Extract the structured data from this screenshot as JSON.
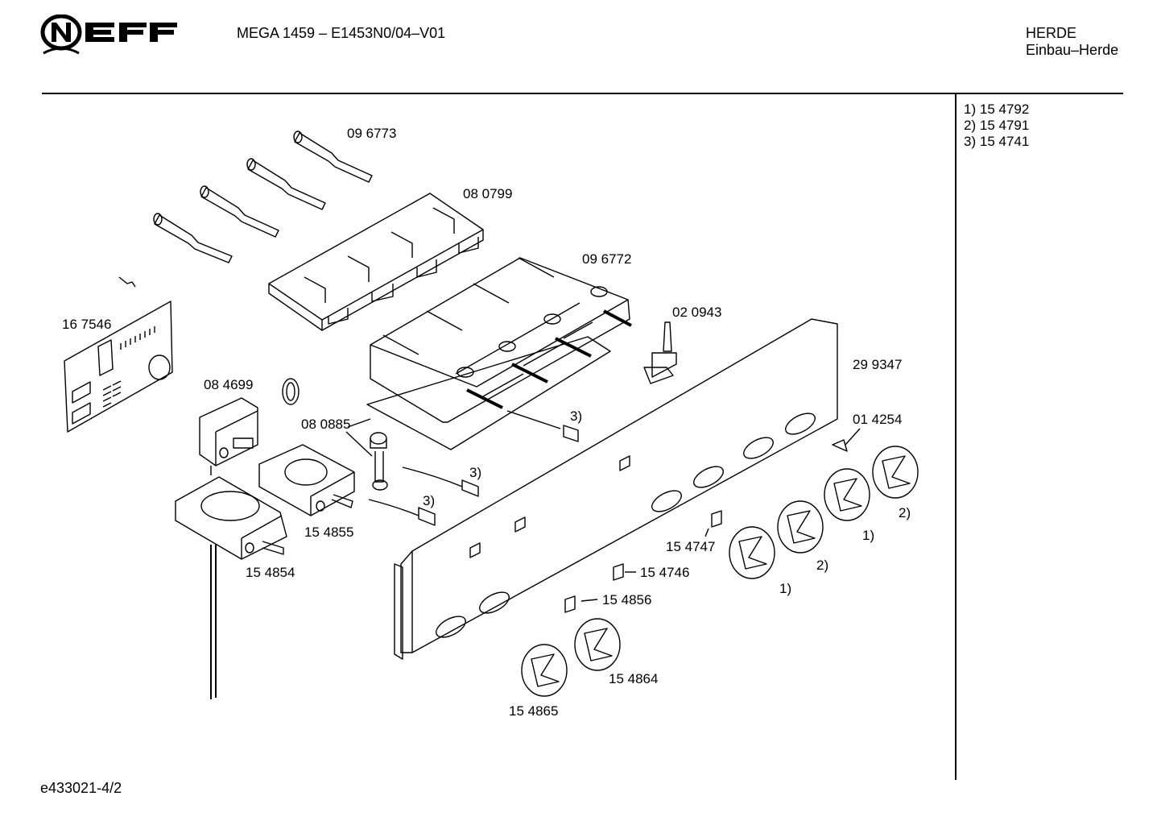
{
  "brand": "NEFF",
  "header": {
    "title": "MEGA 1459 – E1453N0/04–V01",
    "category": "HERDE",
    "subcategory": "Einbau–Herde"
  },
  "notes": [
    {
      "ref": "1)",
      "part": "15 4792"
    },
    {
      "ref": "2)",
      "part": "15 4791"
    },
    {
      "ref": "3)",
      "part": "15 4741"
    }
  ],
  "footer": {
    "drawing_id": "e433021-4/2"
  },
  "callouts": {
    "p096773": "09 6773",
    "p080799": "08 0799",
    "p096772": "09 6772",
    "p020943": "02 0943",
    "p167546": "16 7546",
    "p299347": "29 9347",
    "p084699": "08 4699",
    "p080885": "08 0885",
    "p014254": "01 4254",
    "p154855": "15 4855",
    "p154854": "15 4854",
    "p154747": "15 4747",
    "p154746": "15 4746",
    "p154856": "15 4856",
    "p154864": "15 4864",
    "p154865": "15 4865",
    "r3a": "3)",
    "r3b": "3)",
    "r3c": "3)",
    "r2a": "2)",
    "r1a": "1)",
    "r2b": "2)",
    "r1b": "1)"
  }
}
